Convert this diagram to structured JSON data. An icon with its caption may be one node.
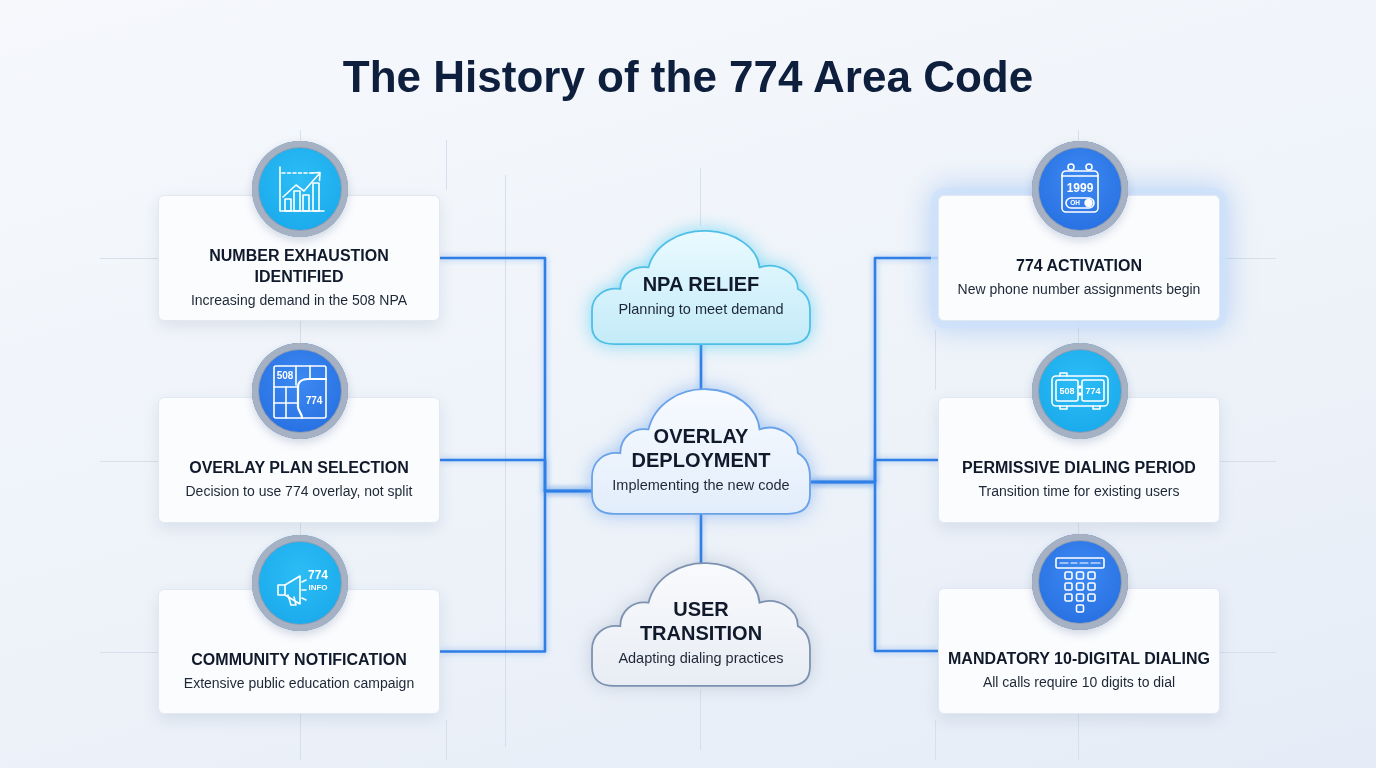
{
  "diagram": {
    "title": "The History of the 774 Area Code",
    "nodes": [
      {
        "text": [
          "NUMBER EXHAUSTION IDENTIFIED",
          "Increasing demand in the 508 NPA"
        ]
      },
      {
        "text": [
          "OVERLAY PLAN SELECTION",
          "Decision to use 774 overlay, not split"
        ]
      },
      {
        "text": [
          "COMMUNITY NOTIFICATION",
          "Extensive public education campaign"
        ]
      },
      {
        "text": [
          "NPA RELIEF",
          "Planning to meet demand"
        ]
      },
      {
        "text": [
          "OVERLAY DEPLOYMENT",
          "Implementing the new code"
        ]
      },
      {
        "text": [
          "USER TRANSITION",
          "Adapting dialing practices"
        ]
      },
      {
        "text": [
          "774 ACTIVATION",
          "New phone number assignments begin"
        ]
      },
      {
        "text": [
          "PERMISSIVE DIALING PERIOD",
          "Transition time for existing users"
        ]
      },
      {
        "text": [
          "MANDATORY 10-DIGITAL DIALING",
          "All calls require 10 digits to dial"
        ]
      }
    ],
    "edges": [
      {
        "from": 0,
        "to": 4,
        "arrow": "none"
      },
      {
        "from": 1,
        "to": 4,
        "arrow": "none"
      },
      {
        "from": 2,
        "to": 4,
        "arrow": "none"
      },
      {
        "from": 3,
        "to": 4,
        "arrow": "none"
      },
      {
        "from": 4,
        "to": 5,
        "arrow": "none"
      },
      {
        "from": 4,
        "to": 6,
        "arrow": "none"
      },
      {
        "from": 4,
        "to": 7,
        "arrow": "none"
      },
      {
        "from": 4,
        "to": 8,
        "arrow": "none"
      }
    ],
    "labels": [
      "1999",
      "OH",
      "508",
      "774",
      "508",
      "774",
      "774",
      "INFO"
    ]
  }
}
